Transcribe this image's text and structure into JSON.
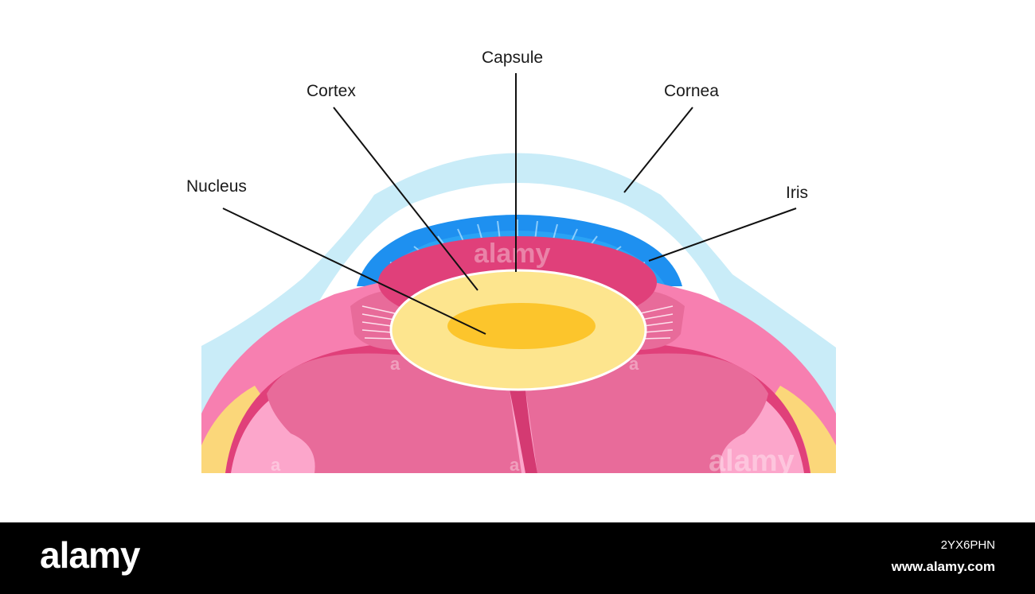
{
  "labels": {
    "capsule": "Capsule",
    "cortex": "Cortex",
    "cornea": "Cornea",
    "nucleus": "Nucleus",
    "iris": "Iris"
  },
  "watermark": {
    "center": "alamy",
    "bottom_right": "alamy",
    "small_mark": "a"
  },
  "footer": {
    "brand": "alamy",
    "image_id": "2YX6PHN",
    "site": "www.alamy.com"
  },
  "colors": {
    "cornea": "#c9ecf8",
    "iris": "#1e90f0",
    "iris_dark": "#0f74d8",
    "sclera_outer": "#f77fb0",
    "sclera_dark": "#e0407a",
    "ciliary_body": "#e86b9a",
    "muscle_light": "#fca6cb",
    "lens_cortex": "#fde58e",
    "lens_nucleus": "#fcc52c",
    "choroid_band": "#fbd77a"
  }
}
